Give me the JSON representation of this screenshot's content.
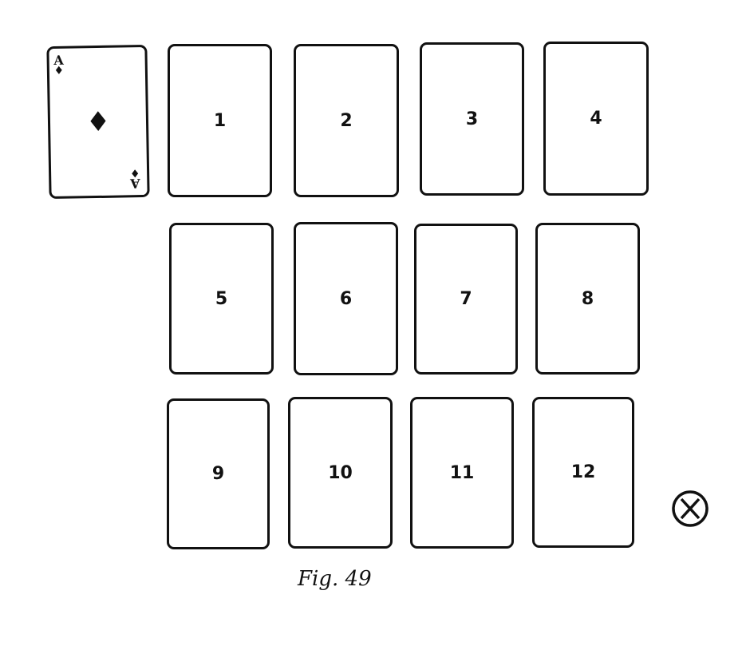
{
  "figure": {
    "caption": "Fig. 49",
    "ace_card": {
      "rank": "A",
      "suit_symbol": "♦",
      "suit": "diamonds"
    },
    "cards": [
      {
        "label": "1"
      },
      {
        "label": "2"
      },
      {
        "label": "3"
      },
      {
        "label": "4"
      },
      {
        "label": "5"
      },
      {
        "label": "6"
      },
      {
        "label": "7"
      },
      {
        "label": "8"
      },
      {
        "label": "9"
      },
      {
        "label": "10"
      },
      {
        "label": "11"
      },
      {
        "label": "12"
      }
    ],
    "stock_marker": "circled-x-icon"
  }
}
